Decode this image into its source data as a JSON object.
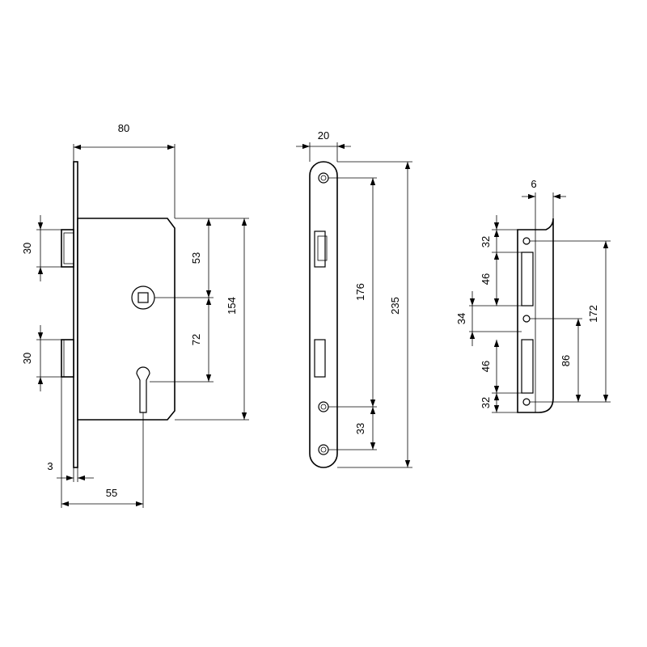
{
  "dimensions": {
    "lock_backset_width": "80",
    "latch_height": "30",
    "bolt_height": "30",
    "faceplate_thickness": "3",
    "backset": "55",
    "spindle_from_latch_top": "53",
    "spindle_to_cylinder": "72",
    "case_height": "154",
    "faceplate_width": "20",
    "faceplate_screw_span": "176",
    "faceplate_total_height": "235",
    "faceplate_bottom_screw": "33",
    "strike_depth": "6",
    "strike_top_screw": "32",
    "strike_latch_opening": "46",
    "strike_mid_gap": "34",
    "strike_bolt_opening": "46",
    "strike_bottom_screw": "32",
    "strike_mid_to_bottom": "86",
    "strike_total": "172"
  }
}
